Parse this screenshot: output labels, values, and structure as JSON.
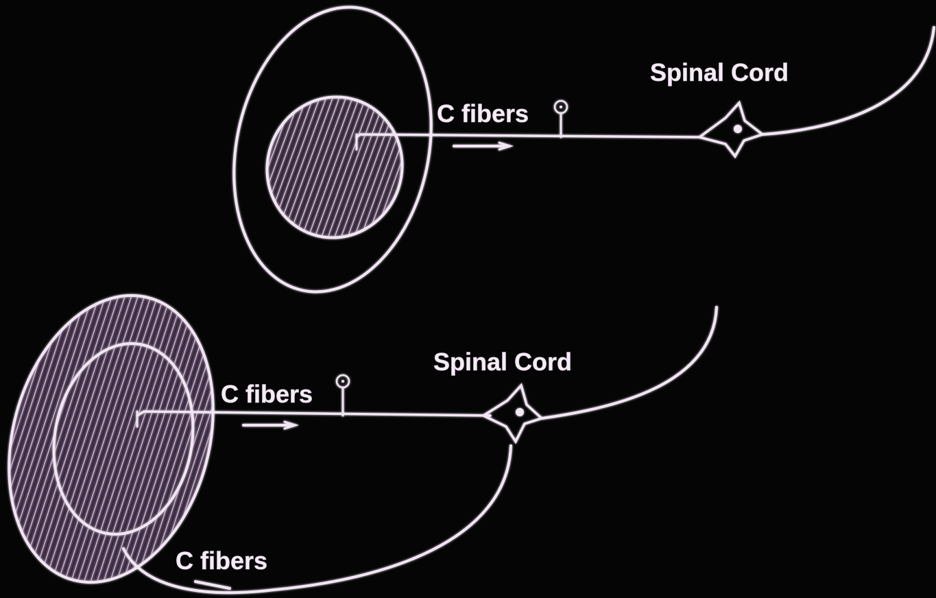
{
  "colors": {
    "background": "#050505",
    "stroke": "#f2e6f4",
    "glow": "#b8a0c8"
  },
  "top_panel": {
    "fiber_label": "C fibers",
    "cord_label": "Spinal Cord"
  },
  "bottom_panel": {
    "fiber_label": "C fibers",
    "cord_label": "Spinal Cord",
    "lower_fiber_label": "C fibers"
  },
  "icons": [
    "neuron-icon",
    "electrode-icon",
    "direction-arrow-icon"
  ]
}
